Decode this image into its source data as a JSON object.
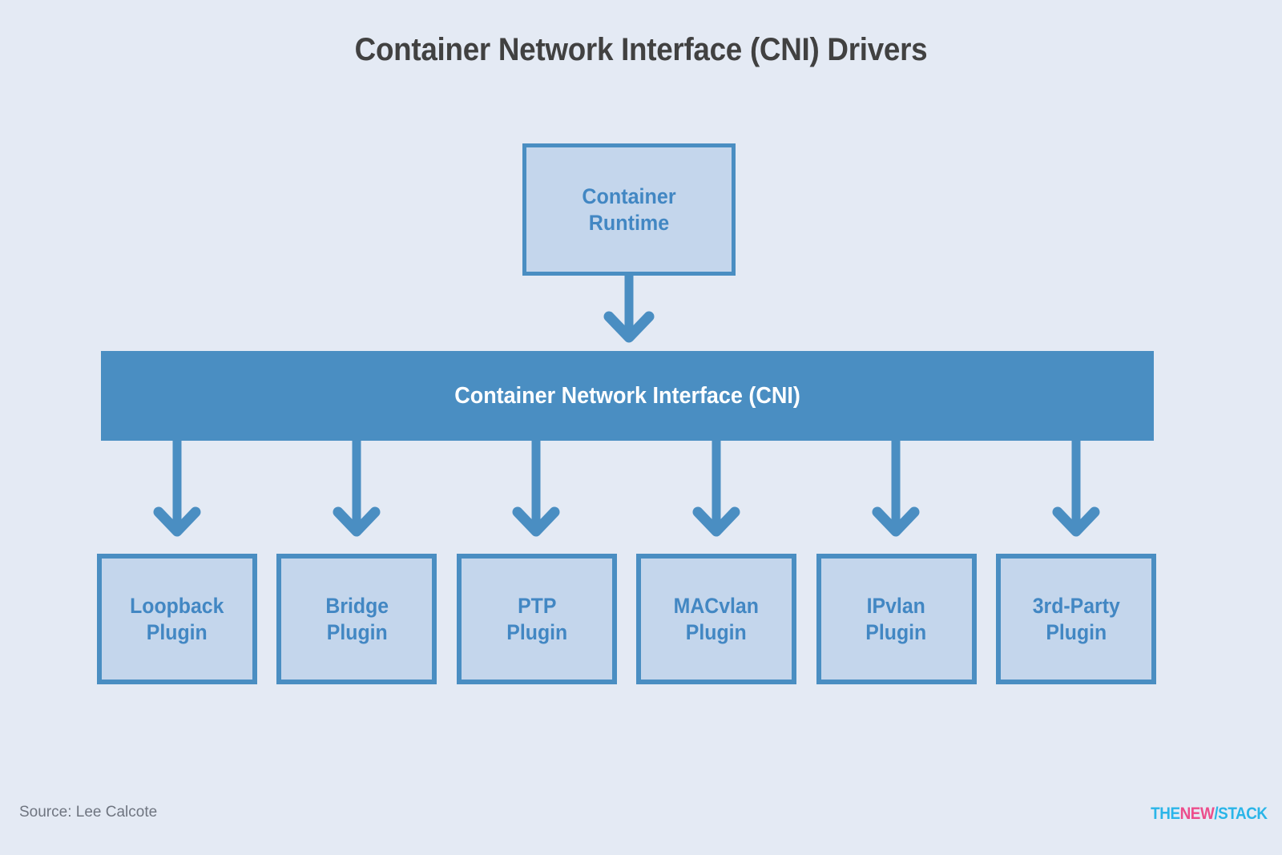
{
  "page": {
    "title": "Container Network Interface (CNI) Drivers",
    "background_color": "#e4eaf4"
  },
  "colors": {
    "accent_blue": "#4a8ec2",
    "box_fill": "#c4d6ec",
    "box_text": "#4287c3",
    "title_text": "#414141",
    "source_text": "#6f7580",
    "logo_cyan": "#2ab5e8",
    "logo_pink": "#ec4d8b"
  },
  "diagram": {
    "type": "flowchart",
    "runtime": {
      "label": "Container\nRuntime"
    },
    "interface_bar": {
      "label": "Container Network Interface (CNI)"
    },
    "plugins": [
      {
        "label": "Loopback\nPlugin"
      },
      {
        "label": "Bridge\nPlugin"
      },
      {
        "label": "PTP\nPlugin"
      },
      {
        "label": "MACvlan\nPlugin"
      },
      {
        "label": "IPvlan\nPlugin"
      },
      {
        "label": "3rd-Party\nPlugin"
      }
    ],
    "connections": [
      {
        "from": "runtime",
        "to": "interface_bar",
        "style": "arrow-down"
      },
      {
        "from": "interface_bar",
        "to": "Loopback Plugin",
        "style": "arrow-down"
      },
      {
        "from": "interface_bar",
        "to": "Bridge Plugin",
        "style": "arrow-down"
      },
      {
        "from": "interface_bar",
        "to": "PTP Plugin",
        "style": "arrow-down"
      },
      {
        "from": "interface_bar",
        "to": "MACvlan Plugin",
        "style": "arrow-down"
      },
      {
        "from": "interface_bar",
        "to": "IPvlan Plugin",
        "style": "arrow-down"
      },
      {
        "from": "interface_bar",
        "to": "3rd-Party Plugin",
        "style": "arrow-down"
      }
    ]
  },
  "footer": {
    "source": "Source: Lee Calcote",
    "logo": {
      "part1": "THE",
      "part2": "NEW",
      "part3": "/",
      "part4": "STACK"
    }
  }
}
